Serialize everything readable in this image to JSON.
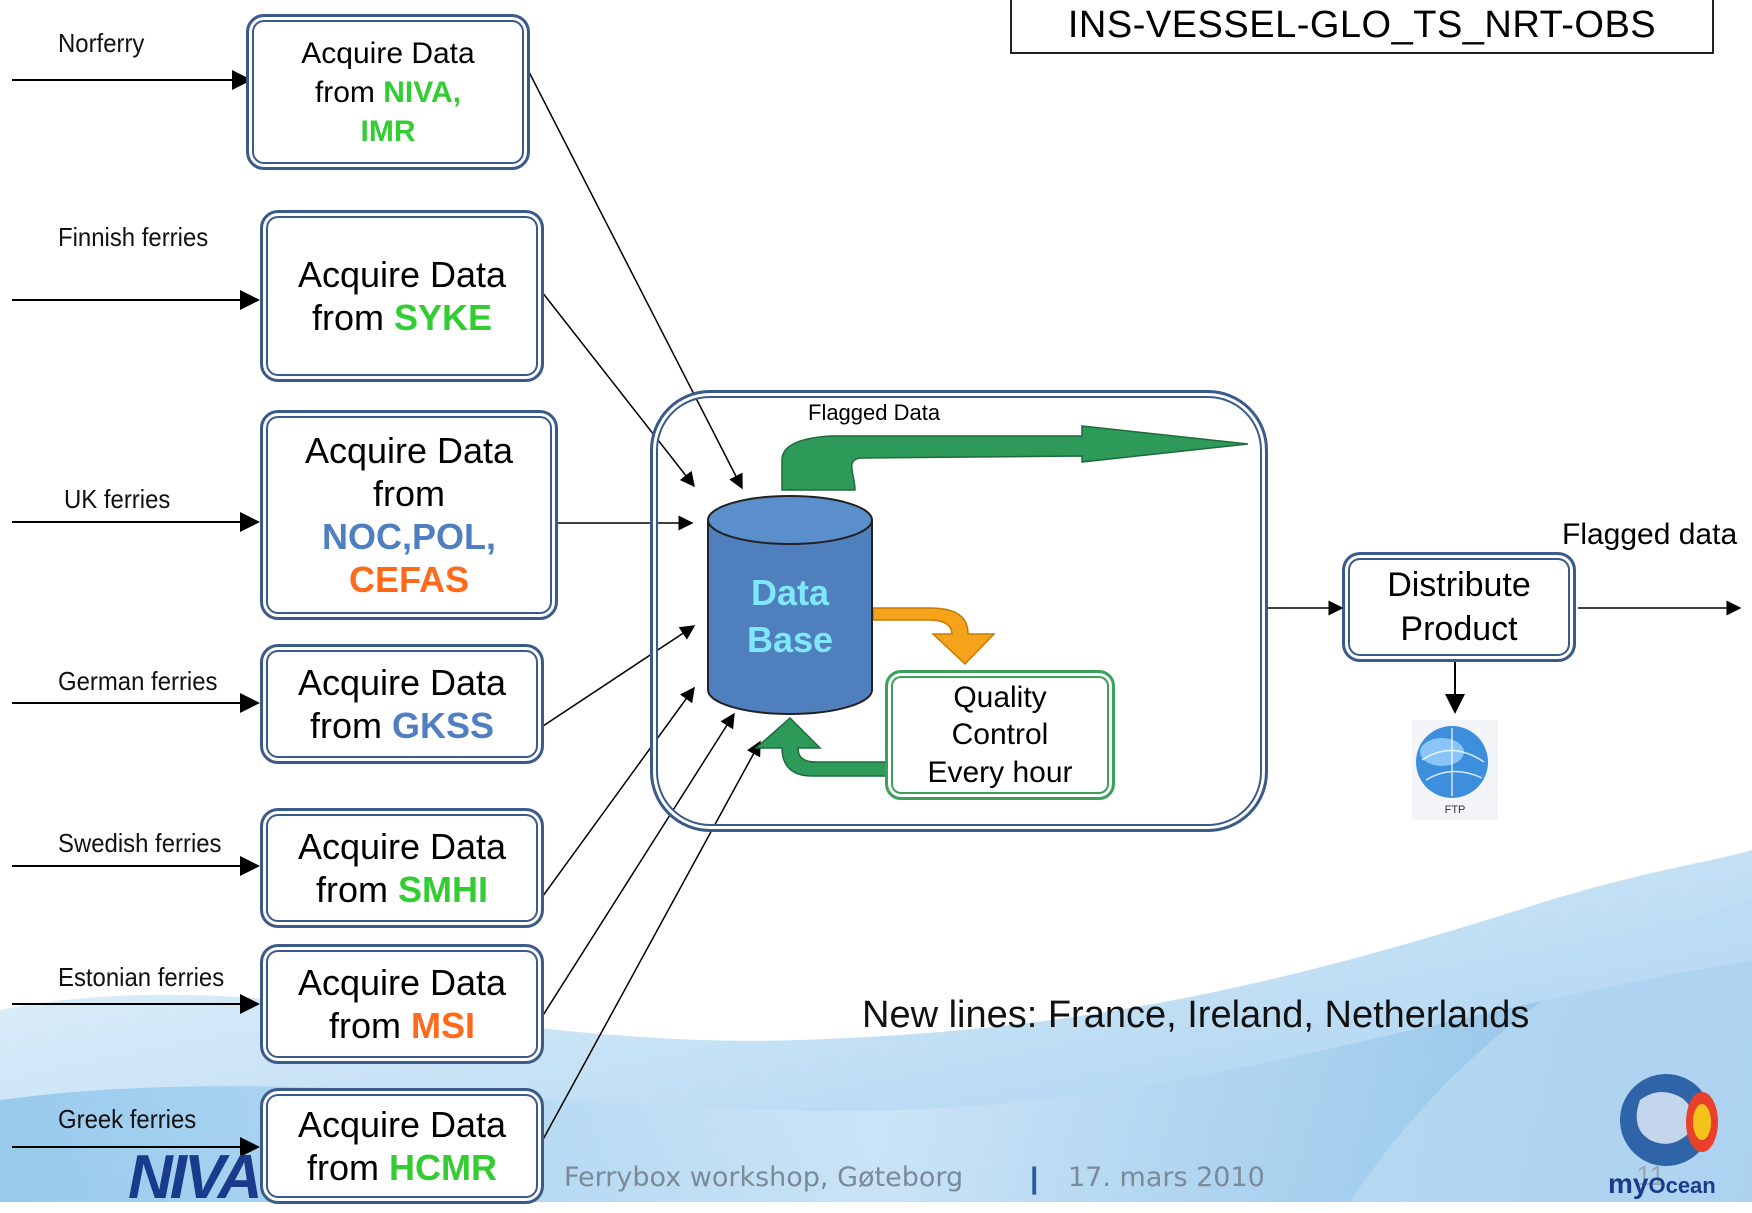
{
  "title": "INS-VESSEL-GLO_TS_NRT-OBS",
  "colors": {
    "green": "#33cc33",
    "blue": "#4f7fc0",
    "orange": "#ff6a1a",
    "box_border": "#3a5a8c",
    "db_fill": "#4f80bd"
  },
  "sources": [
    {
      "label": "Norferry",
      "line1": "Acquire Data",
      "pre": "from ",
      "orgs": [
        {
          "text": "NIVA,",
          "color": "green"
        }
      ],
      "line3": "IMR",
      "line3_color": "green"
    },
    {
      "label": "Finnish ferries",
      "line1": "Acquire Data",
      "pre": "from ",
      "orgs": [
        {
          "text": "SYKE",
          "color": "green"
        }
      ]
    },
    {
      "label": "UK ferries",
      "line1": "Acquire Data",
      "line2": "from",
      "line3": "NOC,POL,",
      "line3_color": "blue",
      "line4": "CEFAS",
      "line4_color": "orange"
    },
    {
      "label": "German ferries",
      "line1": "Acquire Data",
      "pre": "from ",
      "orgs": [
        {
          "text": "GKSS",
          "color": "blue"
        }
      ]
    },
    {
      "label": "Swedish ferries",
      "line1": "Acquire Data",
      "pre": "from ",
      "orgs": [
        {
          "text": "SMHI",
          "color": "green"
        }
      ]
    },
    {
      "label": "Estonian ferries",
      "line1": "Acquire Data",
      "pre": "from ",
      "orgs": [
        {
          "text": "MSI",
          "color": "orange"
        }
      ]
    },
    {
      "label": "Greek ferries",
      "line1": "Acquire Data",
      "pre": "from ",
      "orgs": [
        {
          "text": "HCMR",
          "color": "green"
        }
      ]
    }
  ],
  "center": {
    "flagged_label": "Flagged Data",
    "db_line1": "Data",
    "db_line2": "Base",
    "qc_lines": [
      "Quality",
      "Control",
      "Every hour"
    ]
  },
  "distribute": {
    "line1": "Distribute",
    "line2": "Product",
    "out_label": "Flagged data",
    "ftp_label": "FTP"
  },
  "new_lines": "New lines: France, Ireland, Netherlands",
  "footer": {
    "event": "Ferrybox workshop, Gøteborg",
    "separator": "|",
    "date": "17. mars 2010",
    "page": "11"
  },
  "logos": {
    "niva": "NIVA",
    "myocean_my": "my",
    "myocean_ocean": "Ocean"
  }
}
